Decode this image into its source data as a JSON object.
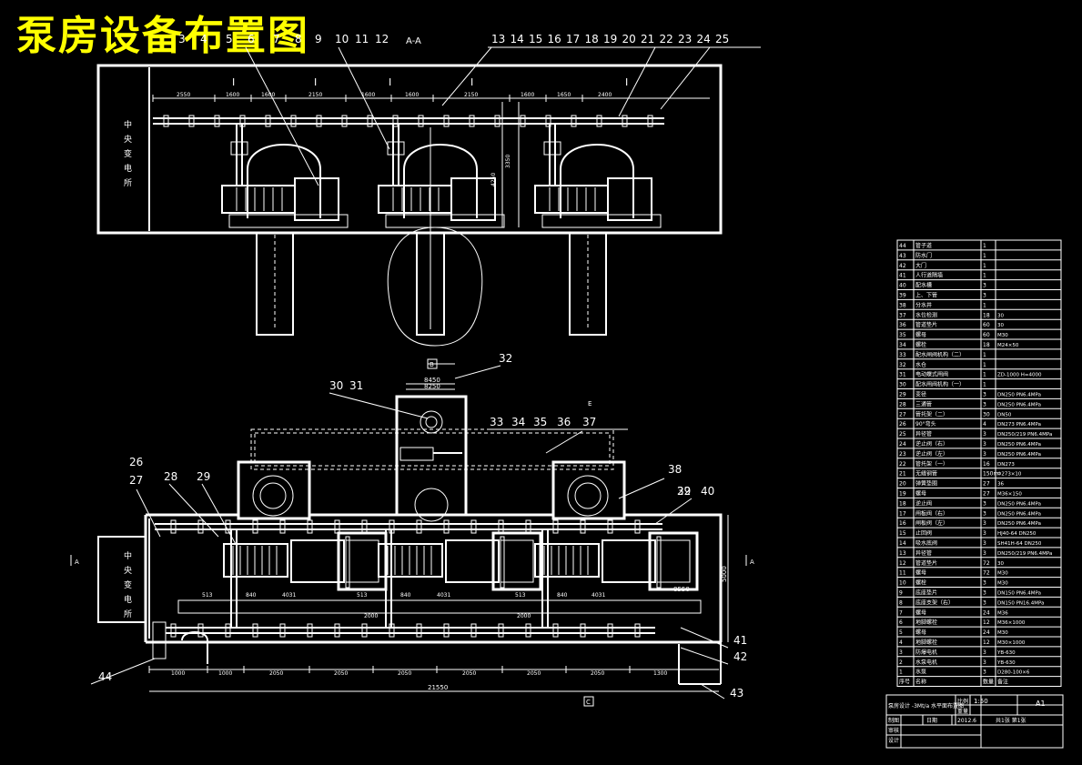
{
  "title": "泵房设备布置图",
  "section_label": "A-A",
  "section_marks": {
    "a": "A",
    "b": "B",
    "c": "C",
    "e": "E"
  },
  "top_callouts": [
    "13",
    "14",
    "15",
    "16",
    "17",
    "18",
    "19",
    "20",
    "21",
    "22",
    "23",
    "24",
    "25"
  ],
  "top_callouts_left": [
    "3",
    "4",
    "5",
    "6",
    "7",
    "8",
    "9",
    "10",
    "11",
    "12"
  ],
  "plan_callouts": [
    "26",
    "27",
    "28",
    "29",
    "30",
    "31",
    "32",
    "33",
    "34",
    "35",
    "36",
    "37",
    "38",
    "39",
    "22",
    "40",
    "41",
    "42",
    "43",
    "44"
  ],
  "room_label": "中央变电所",
  "dims_top": [
    "2550",
    "1600",
    "1600",
    "2150",
    "1600",
    "1600",
    "2150",
    "1600",
    "1650",
    "2400"
  ],
  "dims_plan_bottom": [
    "1000",
    "1000",
    "2050",
    "2050",
    "2050",
    "2050",
    "2050",
    "2050",
    "1300"
  ],
  "dim_overall": "21550",
  "dims_plan_mid": [
    "513",
    "840",
    "4031",
    "2000",
    "513",
    "840",
    "4031",
    "2000",
    "513",
    "840",
    "4031"
  ],
  "colors": {
    "background": "#000000",
    "lines": "#ffffff",
    "title": "#ffff00"
  },
  "table": {
    "rows": [
      [
        "44",
        "管子道",
        "1",
        ""
      ],
      [
        "43",
        "防水门",
        "1",
        ""
      ],
      [
        "42",
        "大门",
        "1",
        ""
      ],
      [
        "41",
        "人行道隔墙",
        "1",
        ""
      ],
      [
        "40",
        "配水槽",
        "3",
        ""
      ],
      [
        "39",
        "上、下管",
        "3",
        ""
      ],
      [
        "38",
        "分水井",
        "1",
        ""
      ],
      [
        "37",
        "水位检测",
        "18",
        "30"
      ],
      [
        "36",
        "管道垫片",
        "60",
        "30"
      ],
      [
        "35",
        "螺母",
        "60",
        "M30"
      ],
      [
        "34",
        "螺栓",
        "18",
        "M24×50"
      ],
      [
        "33",
        "配水闸阀机构（二）",
        "1",
        ""
      ],
      [
        "32",
        "水仓",
        "1",
        ""
      ],
      [
        "31",
        "电动蝶式闸阀",
        "1",
        "ZD-1000 H=4000"
      ],
      [
        "30",
        "配水闸阀机构（一）",
        "1",
        ""
      ],
      [
        "29",
        "变径",
        "3",
        "DN250 PN6.4MPa"
      ],
      [
        "28",
        "三通管",
        "3",
        "DN250 PN6.4MPa"
      ],
      [
        "27",
        "管托架（二）",
        "30",
        "DN50"
      ],
      [
        "26",
        "90°弯头",
        "4",
        "DN273 PN6.4MPa"
      ],
      [
        "25",
        "异径管",
        "3",
        "DN250/219 PN6.4MPa"
      ],
      [
        "24",
        "逆止阀（右）",
        "3",
        "DN250 PN6.4MPa"
      ],
      [
        "23",
        "逆止阀（左）",
        "3",
        "DN250 PN6.4MPa"
      ],
      [
        "22",
        "管托架（一）",
        "16",
        "DN273"
      ],
      [
        "21",
        "无缝钢管",
        "150m",
        "Φ273×10"
      ],
      [
        "20",
        "弹簧垫圈",
        "27",
        "36"
      ],
      [
        "19",
        "螺母",
        "27",
        "M36×150"
      ],
      [
        "18",
        "逆止阀",
        "3",
        "DN250 PN6.4MPa"
      ],
      [
        "17",
        "闸板阀（右）",
        "3",
        "DN250 PN6.4MPa"
      ],
      [
        "16",
        "闸板阀（左）",
        "3",
        "DN250 PN6.4MPa"
      ],
      [
        "15",
        "止回阀",
        "3",
        "HJ40-64 DN250"
      ],
      [
        "14",
        "吸水底阀",
        "3",
        "SH41H-64 DN250"
      ],
      [
        "13",
        "异径管",
        "3",
        "DN250/219 PN6.4MPa"
      ],
      [
        "12",
        "管道垫片",
        "72",
        "30"
      ],
      [
        "11",
        "螺母",
        "72",
        "M30"
      ],
      [
        "10",
        "螺栓",
        "3",
        "M30"
      ],
      [
        "9",
        "底座垫片",
        "3",
        "DN150 PN6.4MPa"
      ],
      [
        "8",
        "底座支架（右）",
        "3",
        "DN150 PN16.4MPa"
      ],
      [
        "7",
        "螺母",
        "24",
        "M36"
      ],
      [
        "6",
        "地脚螺栓",
        "12",
        "M36×1000"
      ],
      [
        "5",
        "螺母",
        "24",
        "M30"
      ],
      [
        "4",
        "地脚螺栓",
        "12",
        "M30×1000"
      ],
      [
        "3",
        "防爆电机",
        "3",
        "YB-630"
      ],
      [
        "2",
        "水泵电机",
        "3",
        "YB-630"
      ],
      [
        "1",
        "水泵",
        "3",
        "D280-100×6"
      ]
    ],
    "header": [
      "序号",
      "名称",
      "数量",
      "备注"
    ],
    "drawing_name": "泵房设计 -3Mt/a 水平面布置图",
    "scale_label": "比例",
    "scale": "1:50",
    "size": "A1",
    "weight_label": "重量",
    "sheet": "共1张 第1张",
    "sign_rows": [
      "制图",
      "审核",
      "设计",
      "日期"
    ],
    "date": "2012.6"
  }
}
